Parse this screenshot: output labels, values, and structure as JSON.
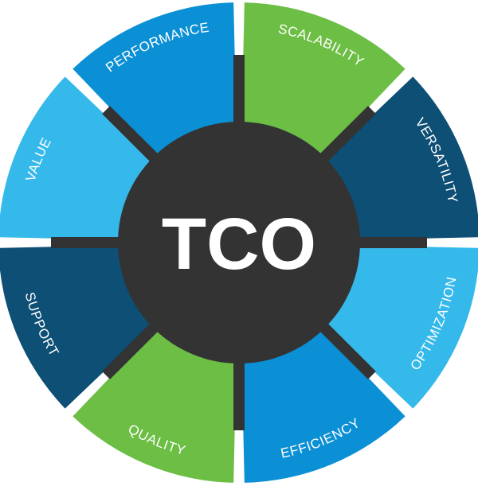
{
  "center": {
    "label": "TCO",
    "color": "#333333"
  },
  "divider_color": "#333333",
  "segments": [
    {
      "label": "SCALABILITY",
      "color": "#6cbe45"
    },
    {
      "label": "VERSATILITY",
      "color": "#0d4f75"
    },
    {
      "label": "OPTIMIZATION",
      "color": "#35b9ea"
    },
    {
      "label": "EFFICIENCY",
      "color": "#0c90d5"
    },
    {
      "label": "QUALITY",
      "color": "#6cbe45"
    },
    {
      "label": "SUPPORT",
      "color": "#0d4f75"
    },
    {
      "label": "VALUE",
      "color": "#35b9ea"
    },
    {
      "label": "PERFORMANCE",
      "color": "#0c90d5"
    }
  ]
}
